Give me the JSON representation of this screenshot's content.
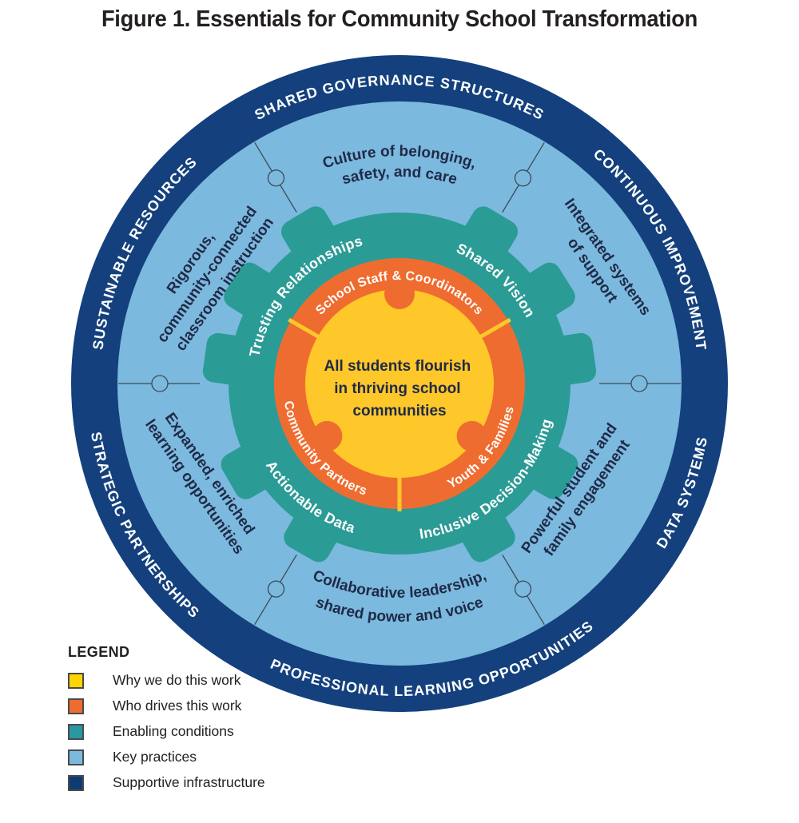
{
  "title": "Figure 1. Essentials for Community School Transformation",
  "wheel": {
    "center": {
      "line1": "All students flourish",
      "line2": "in thriving school",
      "line3": "communities"
    },
    "who": {
      "school_staff": "School Staff & Coordinators",
      "youth": "Youth & Families",
      "community": "Community Partners"
    },
    "enabling": {
      "trusting": "Trusting Relationships",
      "shared_vision": "Shared Vision",
      "inclusive": "Inclusive Decision-Making",
      "actionable": "Actionable Data"
    },
    "practices": {
      "culture": {
        "line1": "Culture of belonging,",
        "line2": "safety, and care"
      },
      "integrated": {
        "line1": "Integrated systems",
        "line2": "of support"
      },
      "powerful": {
        "line1": "Powerful student and",
        "line2": "family engagement"
      },
      "collaborative": {
        "line1": "Collaborative leadership,",
        "line2": "shared power and voice"
      },
      "expanded": {
        "line1": "Expanded, enriched",
        "line2": "learning opportunities"
      },
      "rigorous": {
        "line1": "Rigorous,",
        "line2": "community-connected",
        "line3": "classroom instruction"
      }
    },
    "infrastructure": {
      "shared_governance": "SHARED GOVERNANCE STRUCTURES",
      "continuous": "CONTINUOUS IMPROVEMENT",
      "data_systems": "DATA SYSTEMS",
      "professional": "PROFESSIONAL LEARNING OPPORTUNITIES",
      "strategic": "STRATEGIC PARTNERSHIPS",
      "sustainable": "SUSTAINABLE RESOURCES"
    },
    "colors": {
      "navy": "#14417d",
      "light_blue": "#7cb9de",
      "teal": "#2b9b96",
      "orange": "#ef6c30",
      "yellow": "#fec72a",
      "text_dark": "#1f2a47"
    }
  },
  "legend": {
    "heading": "LEGEND",
    "items": [
      {
        "label": "Why we do this work",
        "color": "#fed500"
      },
      {
        "label": "Who drives this work",
        "color": "#ef6c30"
      },
      {
        "label": "Enabling conditions",
        "color": "#2a98a0"
      },
      {
        "label": "Key practices",
        "color": "#7cb9de"
      },
      {
        "label": "Supportive infrastructure",
        "color": "#0d3c75"
      }
    ]
  }
}
